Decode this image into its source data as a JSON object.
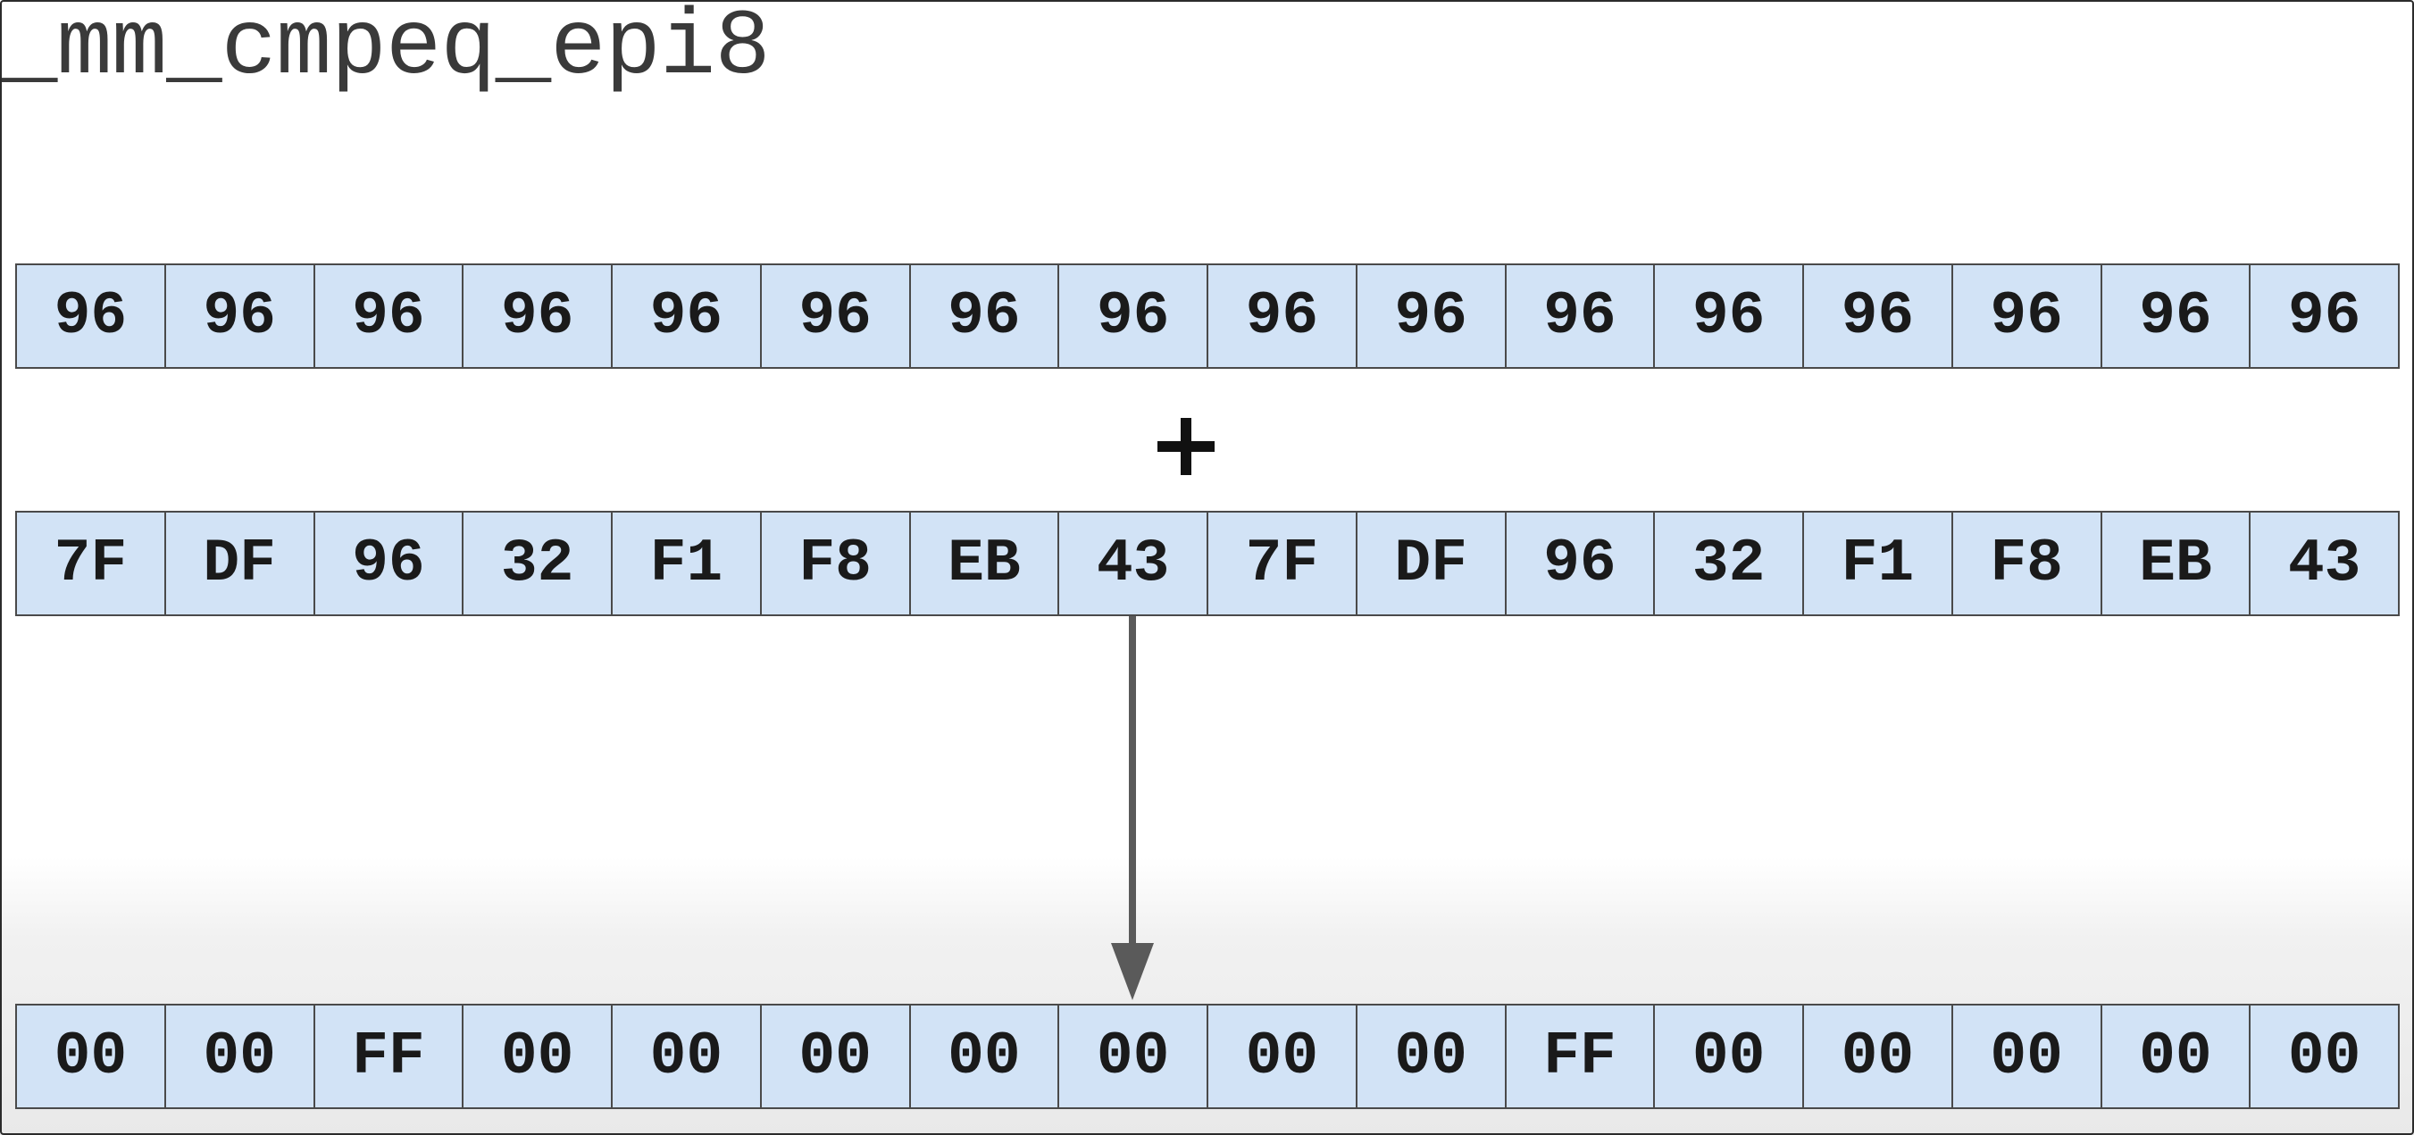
{
  "title": "_mm_cmpeq_epi8",
  "operator": "+",
  "operand_a": [
    "96",
    "96",
    "96",
    "96",
    "96",
    "96",
    "96",
    "96",
    "96",
    "96",
    "96",
    "96",
    "96",
    "96",
    "96",
    "96"
  ],
  "operand_b": [
    "7F",
    "DF",
    "96",
    "32",
    "F1",
    "F8",
    "EB",
    "43",
    "7F",
    "DF",
    "96",
    "32",
    "F1",
    "F8",
    "EB",
    "43"
  ],
  "result": [
    "00",
    "00",
    "FF",
    "00",
    "00",
    "00",
    "00",
    "00",
    "00",
    "00",
    "FF",
    "00",
    "00",
    "00",
    "00",
    "00"
  ],
  "colors": {
    "cell_fill": "#d2e3f6",
    "cell_border": "#4a4a4a",
    "arrow": "#5a5a5a",
    "text": "#1a1a1a"
  },
  "icons": {
    "operator": "plus-icon",
    "flow": "down-arrow-icon"
  }
}
